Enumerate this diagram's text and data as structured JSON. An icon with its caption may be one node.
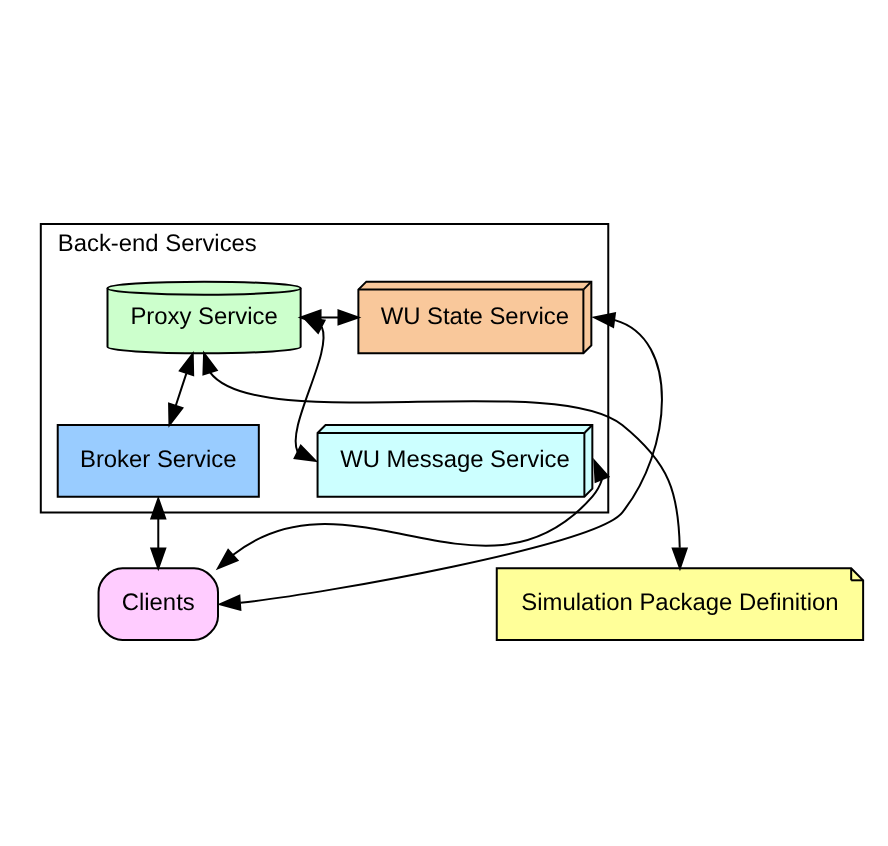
{
  "diagram": {
    "nodes": [
      {
        "text": [
          "Back-end Services"
        ]
      },
      {
        "text": [
          "Proxy Service"
        ],
        "in": 0
      },
      {
        "text": [
          "WU State Service"
        ],
        "in": 0
      },
      {
        "text": [
          "WU Message Service"
        ],
        "in": 0
      },
      {
        "text": [
          "Broker Service"
        ],
        "in": 0
      },
      {
        "text": [
          "Simulation Package Definition"
        ]
      },
      {
        "text": [
          "Clients"
        ]
      }
    ],
    "edges": [
      {
        "from": 1,
        "to": 2,
        "arrow": "both"
      },
      {
        "from": 1,
        "to": 3,
        "arrow": "both"
      },
      {
        "from": 1,
        "to": 4,
        "arrow": "both"
      },
      {
        "from": 1,
        "to": 5,
        "arrow": "both"
      },
      {
        "from": 4,
        "to": 6,
        "arrow": "both"
      },
      {
        "from": 6,
        "to": 2,
        "arrow": "both"
      },
      {
        "from": 6,
        "to": 3,
        "arrow": "both"
      }
    ]
  }
}
